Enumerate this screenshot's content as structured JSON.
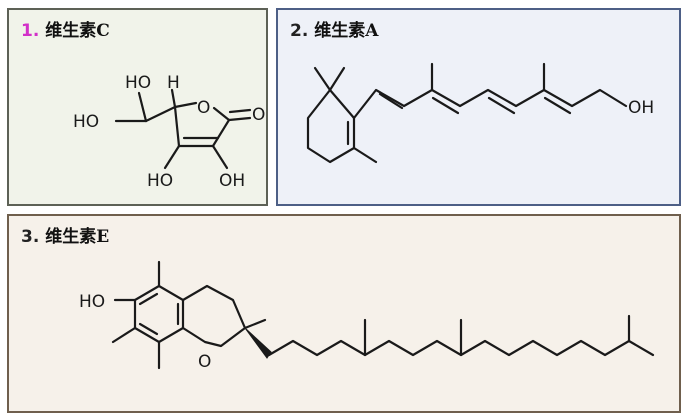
{
  "panels": [
    {
      "number": "1.",
      "name": "维生素C",
      "labels": {
        "oh_top": "HO",
        "h": "H",
        "ho_left": "HO",
        "o_ring": "O",
        "o_carbonyl": "O",
        "ho_bottom": "HO",
        "oh_bottom": "OH"
      }
    },
    {
      "number": "2.",
      "name": "维生素A",
      "labels": {
        "oh": "OH"
      }
    },
    {
      "number": "3.",
      "name": "维生素E",
      "labels": {
        "ho": "HO",
        "o": "O"
      }
    }
  ],
  "colors": {
    "accent_number_1": "#d230c8",
    "panel1_bg": "#f1f3ea",
    "panel2_bg": "#eef1f8",
    "panel3_bg": "#f6f1ea"
  }
}
